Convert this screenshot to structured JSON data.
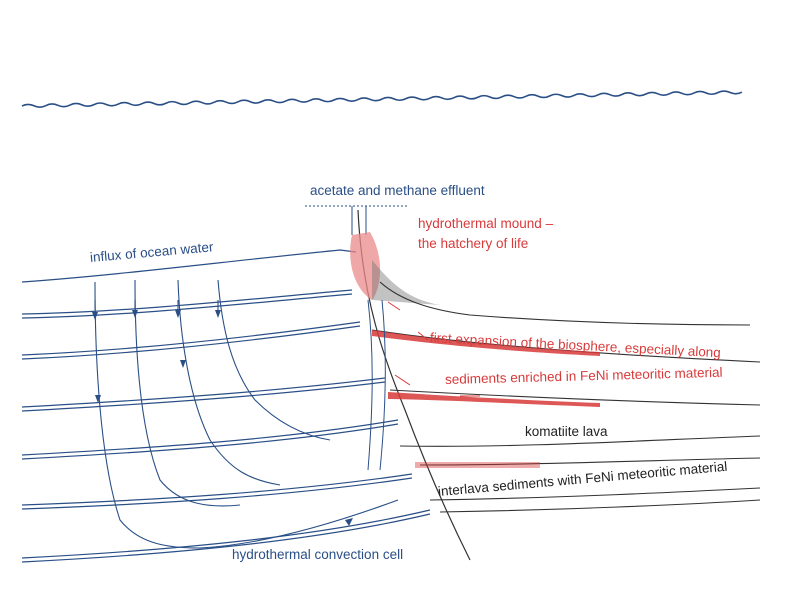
{
  "labels": {
    "effluent": "acetate and methane effluent",
    "mound_line1": "hydrothermal mound –",
    "mound_line2": "the hatchery of life",
    "influx": "influx of ocean water",
    "expansion": "first expansion of the biosphere, especially along",
    "sediments": "sediments enriched in FeNi meteoritic material",
    "komatiite": "komatiite lava",
    "interlava": "interlava sediments with FeNi meteoritic material",
    "convection": "hydrothermal convection cell"
  },
  "colors": {
    "blue_ink": "#2a4f86",
    "red_ink": "#d83a3a",
    "black_ink": "#222222"
  }
}
